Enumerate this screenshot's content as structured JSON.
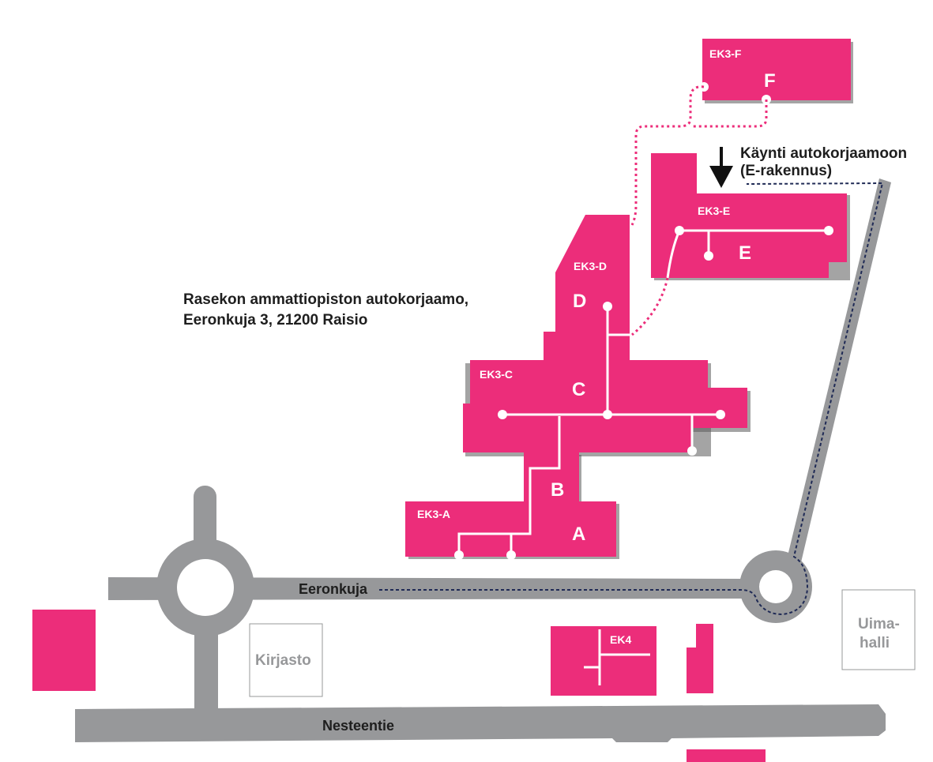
{
  "address": {
    "line1": "Rasekon ammattiopiston autokorjaamo,",
    "line2": "Eeronkuja 3, 21200 Raisio"
  },
  "entrance": {
    "line1": "Käynti autokorjaamoon",
    "line2": "(E-rakennus)"
  },
  "roads": {
    "eeronkuja": "Eeronkuja",
    "nesteentie": "Nesteentie"
  },
  "places": {
    "kirjasto": "Kirjasto",
    "uimahalli_1": "Uima-",
    "uimahalli_2": "halli"
  },
  "buildings": {
    "a": {
      "code": "EK3-A",
      "letter": "A"
    },
    "b": {
      "letter": "B"
    },
    "c": {
      "code": "EK3-C",
      "letter": "C"
    },
    "d": {
      "code": "EK3-D",
      "letter": "D"
    },
    "e": {
      "code": "EK3-E",
      "letter": "E"
    },
    "f": {
      "code": "EK3-F",
      "letter": "F"
    },
    "ek4": {
      "code": "EK4"
    }
  },
  "colors": {
    "building": "#ec2d7a",
    "road": "#97989a",
    "route": "#1f2a55"
  }
}
